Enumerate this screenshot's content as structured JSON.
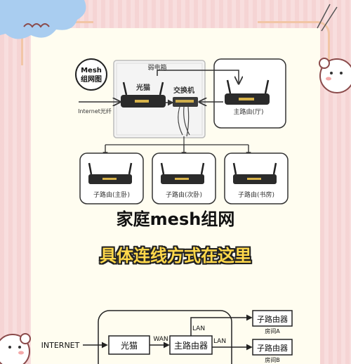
{
  "diagram1": {
    "mesh_label_line1": "Mesh",
    "mesh_label_line2": "组网图",
    "cabinet_label": "弱电箱",
    "modem_label": "光猫",
    "switch_label": "交换机",
    "internet_fiber_label": "Internet光纤",
    "main_router_label": "主路由(厅)",
    "sub_routers": [
      {
        "label": "子路由(主卧)"
      },
      {
        "label": "子路由(次卧)"
      },
      {
        "label": "子路由(书房)"
      }
    ]
  },
  "titles": {
    "main": "家庭mesh组网",
    "subtitle": "具体连线方式在这里"
  },
  "diagram2": {
    "internet_label": "INTERNET",
    "modem_label": "光猫",
    "wan_label": "WAN",
    "main_router_label": "主路由器",
    "lan_label_1": "LAN",
    "lan_label_2": "LAN",
    "sub_routers": [
      {
        "label": "子路由器",
        "room": "房间A"
      },
      {
        "label": "子路由器",
        "room": "房间B"
      }
    ]
  },
  "colors": {
    "background": "#f7d9d9",
    "card": "#fffdf0",
    "subtitle_fill": "#ffd84a",
    "cloud": "#a9cdf0"
  }
}
